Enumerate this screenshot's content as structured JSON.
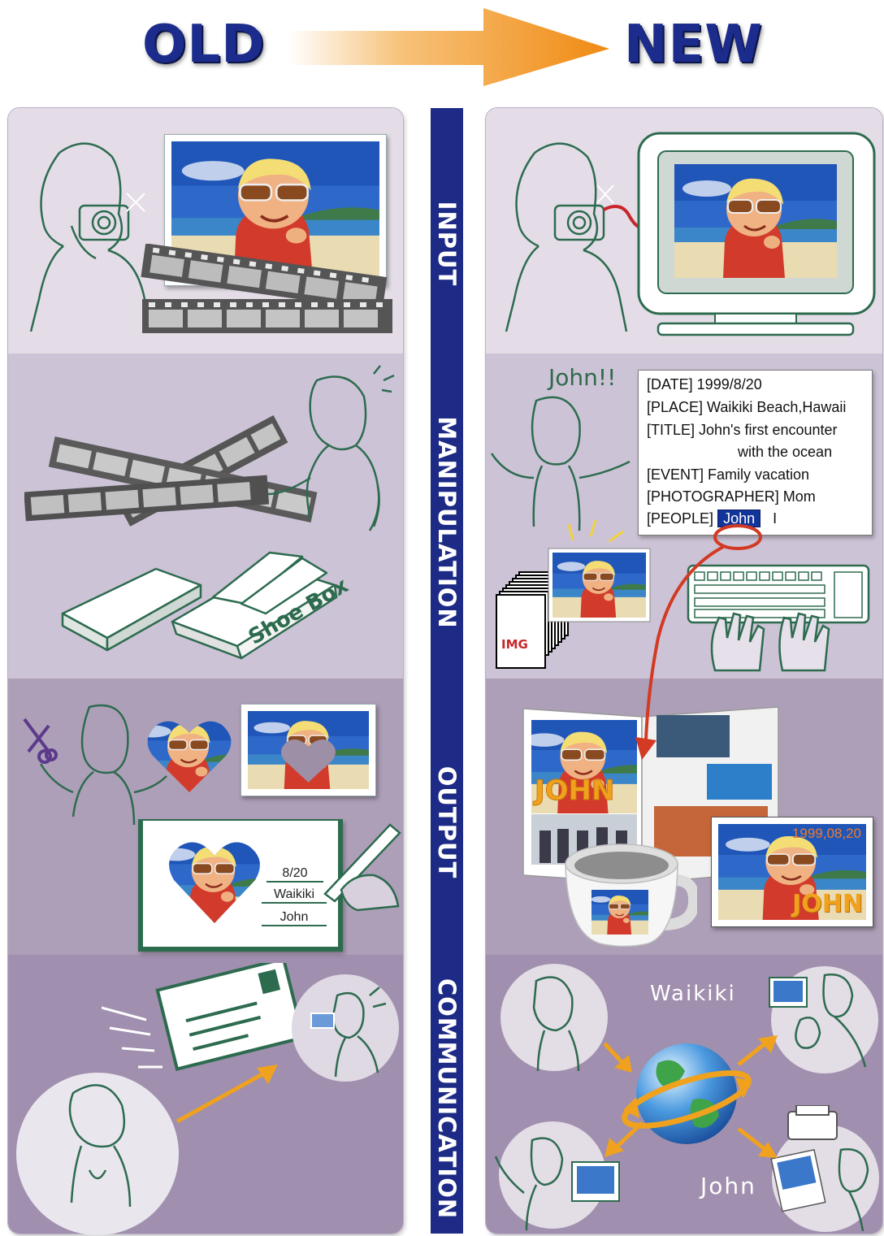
{
  "header": {
    "old_label": "OLD",
    "new_label": "NEW",
    "arrow_color": "#f0941e",
    "heading_color": "#1c2c8c"
  },
  "stages": [
    {
      "label": "INPUT"
    },
    {
      "label": "MANIPULATION"
    },
    {
      "label": "OUTPUT"
    },
    {
      "label": "COMMUNICATION"
    }
  ],
  "old": {
    "shoebox_label": "Shoe Box",
    "calendar": {
      "date": "8/20",
      "place": "Waikiki",
      "name": "John"
    }
  },
  "new": {
    "exclamation": "John!!",
    "metadata": {
      "date_line": "[DATE] 1999/8/20",
      "place_line": "[PLACE] Waikiki Beach,Hawaii",
      "title_line_1": "[TITLE] John's first encounter",
      "title_line_2": "with the ocean",
      "event_line": "[EVENT] Family vacation",
      "photographer_line": "[PHOTOGRAPHER] Mom",
      "people_label": "[PEOPLE]",
      "people_value": "John"
    },
    "file_label": "IMG",
    "album_caption": "JOHN",
    "print_date": "1999,08,20",
    "print_caption": "JOHN",
    "comm_place": "Waikiki",
    "comm_name": "John"
  },
  "colors": {
    "stage_bar": "#1d2b86",
    "line_art": "#2d6b4f",
    "link_red": "#d23a24",
    "arrow_orange": "#f0a21e"
  }
}
